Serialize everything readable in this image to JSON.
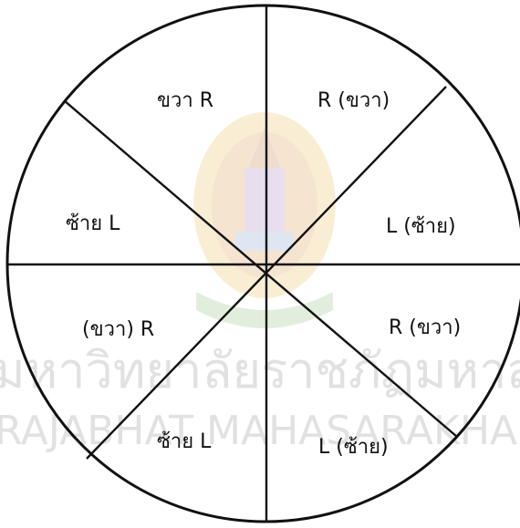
{
  "watermark": {
    "thai_line": "มหาวิทยาลัยราชภัฏมหาสารค",
    "english_line": "RAJABHAT MAHASARAKHAM UNIVER",
    "emblem_icon": "university-emblem-icon"
  },
  "sectors": [
    {
      "id": "top-left",
      "label": "ขวา  R"
    },
    {
      "id": "top-right",
      "label": "R (ขวา)"
    },
    {
      "id": "right-upper",
      "label": "L (ซ้าย)"
    },
    {
      "id": "right-lower",
      "label": "R (ขวา)"
    },
    {
      "id": "bottom-right",
      "label": "L (ซ้าย)"
    },
    {
      "id": "bottom-left",
      "label": "ซ้าย L"
    },
    {
      "id": "left-lower",
      "label": "(ขวา) R"
    },
    {
      "id": "left-upper",
      "label": "ซ้าย L"
    }
  ]
}
